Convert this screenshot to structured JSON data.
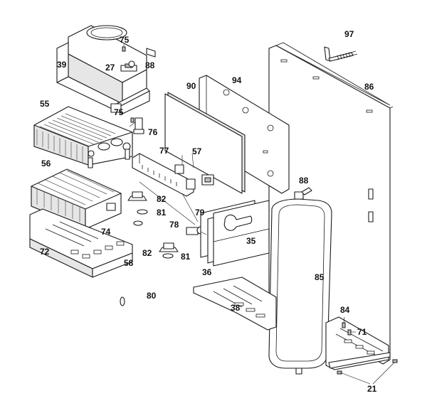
{
  "labels": {
    "l97": "97",
    "l75a": "75",
    "l39": "39",
    "l27": "27",
    "l88a": "88",
    "l90": "90",
    "l94": "94",
    "l86": "86",
    "l55": "55",
    "l75b": "75",
    "l76": "76",
    "l77": "77",
    "l57": "57",
    "l56": "56",
    "l88b": "88",
    "l82a": "82",
    "l81a": "81",
    "l79": "79",
    "l78": "78",
    "l74": "74",
    "l35": "35",
    "l72": "72",
    "l82b": "82",
    "l81b": "81",
    "l58": "58",
    "l36": "36",
    "l85": "85",
    "l80": "80",
    "l38": "38",
    "l84": "84",
    "l71": "71",
    "l21": "21"
  }
}
